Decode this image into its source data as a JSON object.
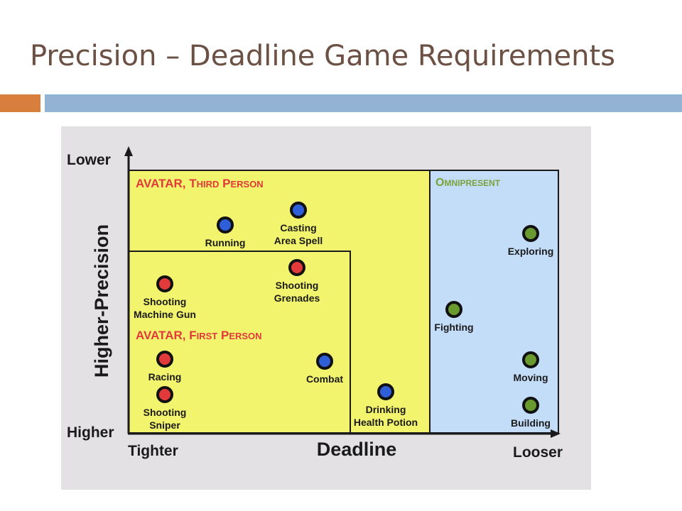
{
  "slide": {
    "title": "Precision – Deadline Game Requirements"
  },
  "diagram": {
    "axis_y_label": "Higher-Precision",
    "axis_y_top": "Lower",
    "axis_y_bottom": "Higher",
    "axis_x_label": "Deadline",
    "axis_x_left": "Tighter",
    "axis_x_right": "Looser",
    "regions": [
      {
        "label_cap1": "AVATAR, T",
        "label_small1": "HIRD",
        "label_cap2": " P",
        "label_small2": "ERSON",
        "color": "#f3f46d"
      },
      {
        "label_cap1": "AVATAR, F",
        "label_small1": "IRST",
        "label_cap2": " P",
        "label_small2": "ERSON",
        "color": "#f3f46d"
      },
      {
        "label_cap1": "O",
        "label_small1": "MNIPRESENT",
        "label_cap2": "",
        "label_small2": "",
        "color": "#c3dcf8"
      }
    ],
    "title_colors": {
      "avatar": "#e03a3a",
      "omnipresent": "#7aa23a"
    },
    "dot_colors": {
      "red": "#e23a3a",
      "blue": "#2e5ed8",
      "green": "#6a9a2e"
    },
    "activities": [
      {
        "line1": "Running",
        "line2": "",
        "color": "blue"
      },
      {
        "line1": "Casting",
        "line2": "Area Spell",
        "color": "blue"
      },
      {
        "line1": "Shooting",
        "line2": "Grenades",
        "color": "red"
      },
      {
        "line1": "Shooting",
        "line2": "Machine Gun",
        "color": "red"
      },
      {
        "line1": "Racing",
        "line2": "",
        "color": "red"
      },
      {
        "line1": "Shooting",
        "line2": "Sniper",
        "color": "red"
      },
      {
        "line1": "Combat",
        "line2": "",
        "color": "blue"
      },
      {
        "line1": "Drinking",
        "line2": "Health Potion",
        "color": "blue"
      },
      {
        "line1": "Fighting",
        "line2": "",
        "color": "green"
      },
      {
        "line1": "Exploring",
        "line2": "",
        "color": "green"
      },
      {
        "line1": "Moving",
        "line2": "",
        "color": "green"
      },
      {
        "line1": "Building",
        "line2": "",
        "color": "green"
      }
    ]
  }
}
